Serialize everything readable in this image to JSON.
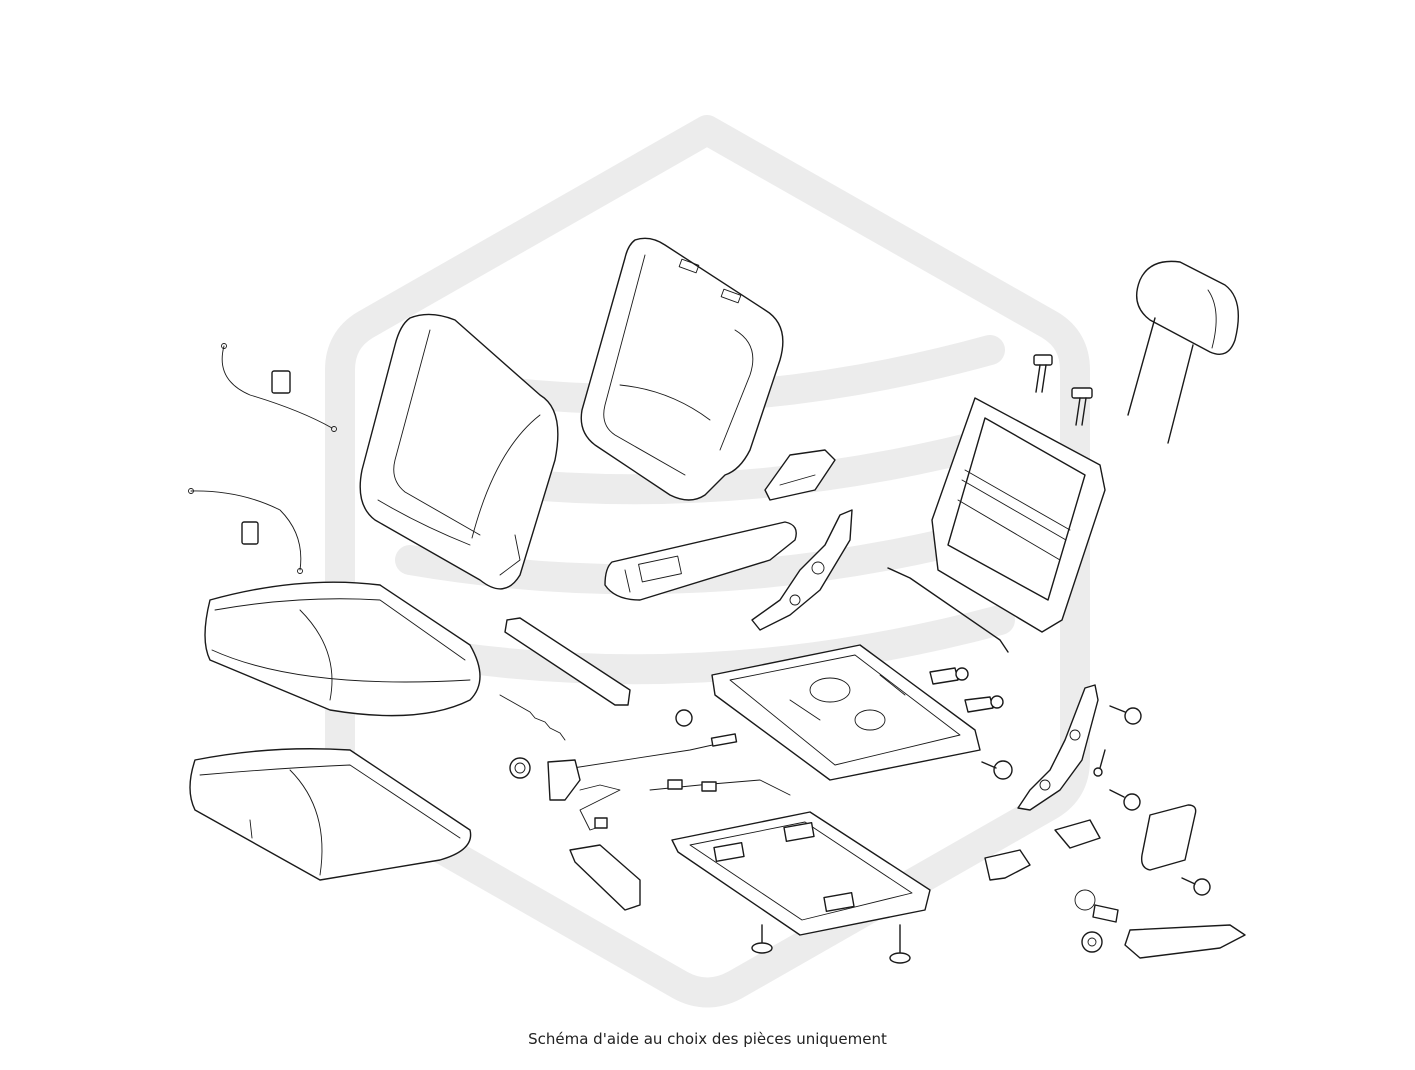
{
  "caption": "Schéma d'aide au choix des pièces uniquement",
  "watermark": {
    "shape": "hexagon-logo",
    "color": "#ececec"
  },
  "diagram": {
    "subject": "seat exploded parts view",
    "line_color": "#1a1a1a"
  }
}
